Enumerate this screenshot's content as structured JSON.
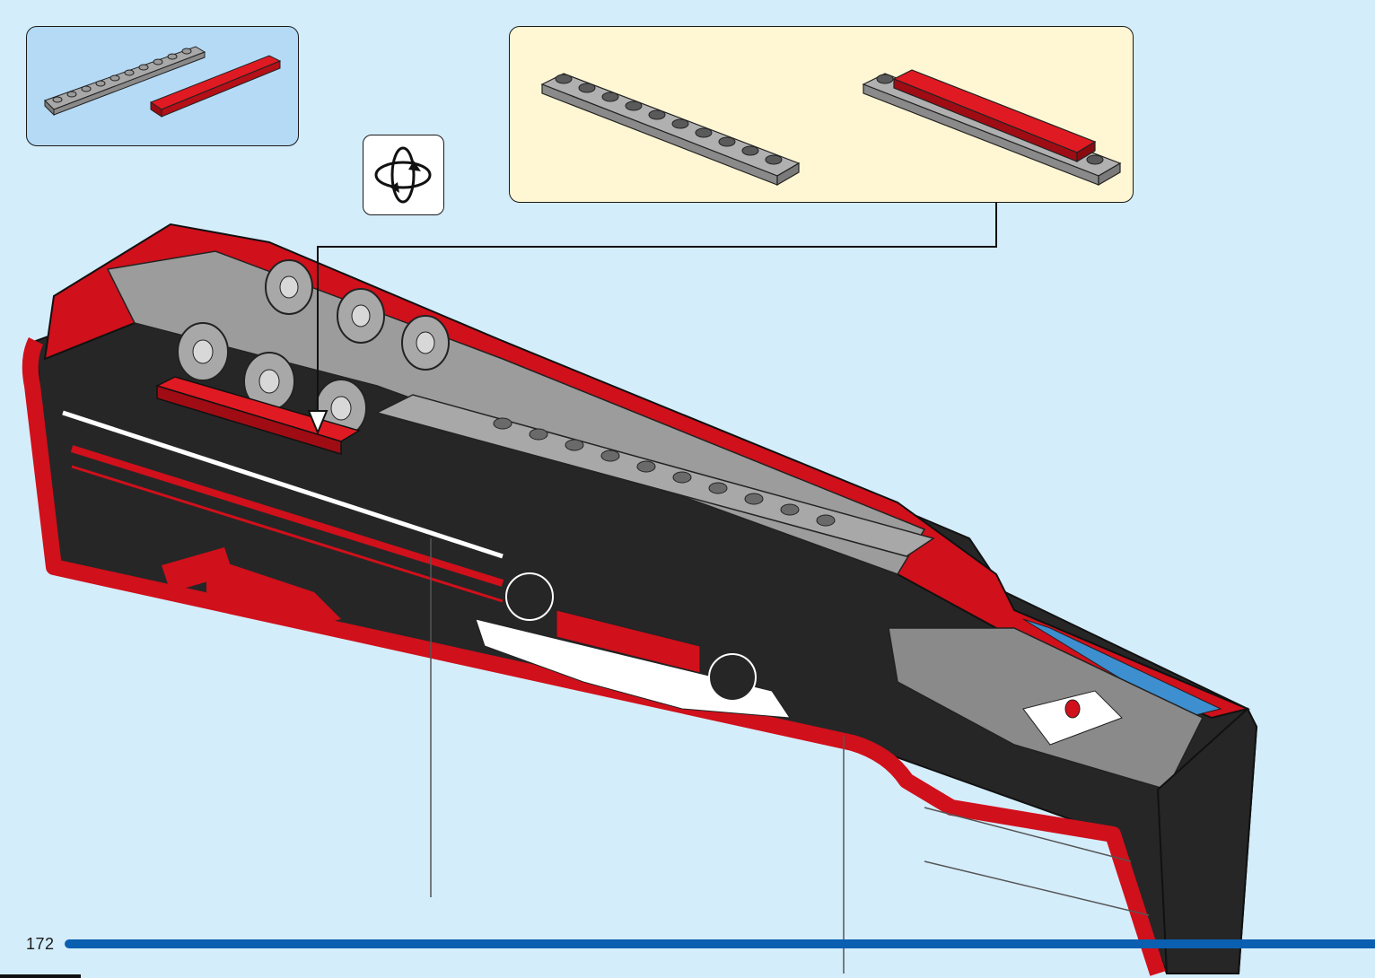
{
  "page": {
    "number": "172",
    "background_color": "#d4edfb",
    "progress_bar_color": "#0a5fb0"
  },
  "parts_callout": {
    "background_color": "#b5daf5",
    "parts": [
      {
        "name": "plate-1x10",
        "color": "light-bluish-gray",
        "hex": "#a8a8a8",
        "quantity": 1
      },
      {
        "name": "tile-1x8",
        "color": "red",
        "hex": "#d0101b",
        "quantity": 1
      }
    ]
  },
  "rotate_icon": {
    "icon": "rotate-model-icon"
  },
  "subassembly_callout": {
    "background_color": "#fff6d4",
    "steps": [
      {
        "part": "plate-1x10",
        "hex": "#a8a8a8"
      },
      {
        "part": "plate-1x10-with-tile-1x8",
        "tile_hex": "#d0101b"
      }
    ]
  },
  "model": {
    "colors": {
      "red": "#d0101b",
      "black": "#262626",
      "gray": "#a8a8a8",
      "white": "#ffffff",
      "blue": "#3d8fd0",
      "brown": "#6b3a1f",
      "yellow": "#f2cd00"
    }
  }
}
